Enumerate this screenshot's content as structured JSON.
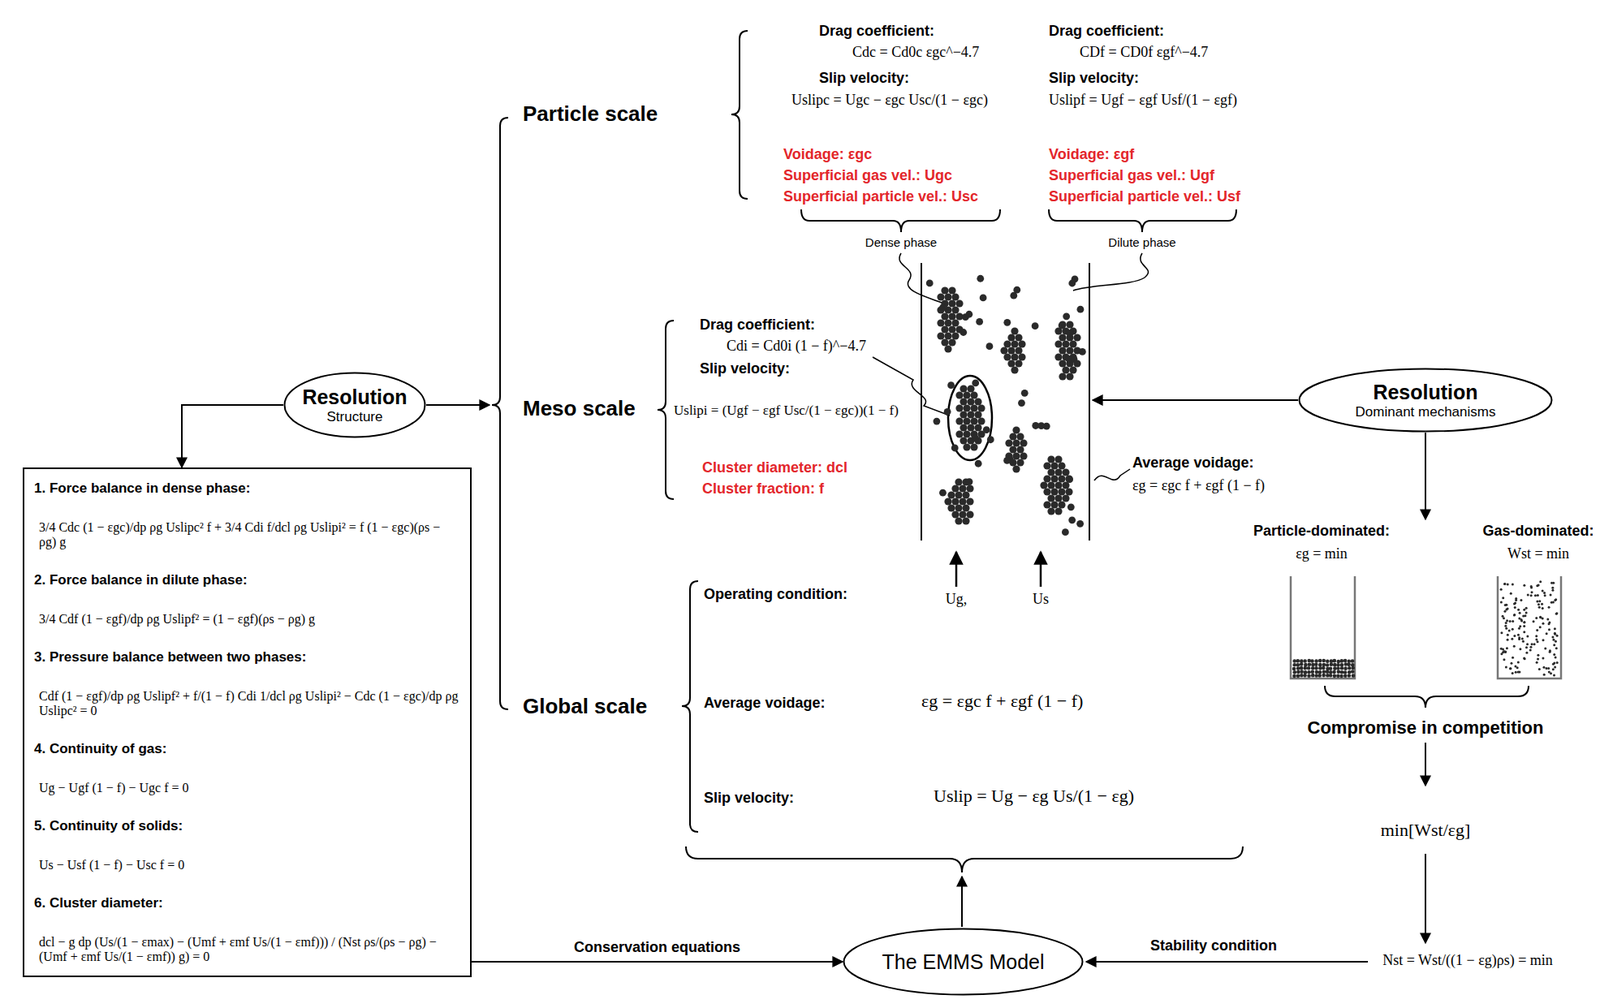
{
  "diagram": {
    "nodes": [
      {
        "text": [
          "Resolution",
          "Structure"
        ]
      },
      {
        "text": [
          "1. Force balance in dense phase:",
          "3/4 Cdc (1 − εgc)/dp ρg Uslipc² f + 3/4 Cdi f/dcl ρg Uslipi² = f (1 − εgc)(ρs − ρg) g",
          "2. Force balance in dilute phase:",
          "3/4 Cdf (1 − εgf)/dp ρg Uslipf² = (1 − εgf)(ρs − ρg) g",
          "3. Pressure balance between two phases:",
          "Cdf (1 − εgf)/dp ρg Uslipf² + f/(1 − f) Cdi 1/dcl ρg Uslipi² − Cdc (1 − εgc)/dp ρg Uslipc² = 0",
          "4. Continuity of gas:",
          "Ug − Ugf (1 − f) − Ugc f = 0",
          "5. Continuity of solids:",
          "Us − Usf (1 − f) − Usc f = 0",
          "6. Cluster diameter:",
          "dcl − g dp (Us/(1 − εmax) − (Umf + εmf Us/(1 − εmf))) / (Nst ρs/(ρs − ρg) − (Umf + εmf Us/(1 − εmf)) g) = 0"
        ]
      },
      {
        "text": [
          "Resolution",
          "Dominant mechanisms"
        ]
      },
      {
        "text": [
          "The EMMS Model"
        ]
      }
    ],
    "edges": [
      {
        "from": 0,
        "to": 1,
        "arrow": "to"
      },
      {
        "from": 1,
        "to": 3,
        "label": "Conservation equations",
        "arrow": "to"
      }
    ],
    "labels": [
      "Particle scale",
      "Drag coefficient:",
      "Cdc = Cd0c εgc^−4.7",
      "Slip velocity:",
      "Uslipc = Ugc − εgc Usc/(1 − εgc)",
      "Voidage: εgc",
      "Superficial gas vel.: Ugc",
      "Superficial particle vel.: Usc",
      "Drag coefficient:",
      "CDf = CD0f εgf^−4.7",
      "Slip velocity:",
      "Uslipf = Ugf − εgf Usf/(1 − εgf)",
      "Voidage: εgf",
      "Superficial gas vel.: Ugf",
      "Superficial particle vel.: Usf",
      "Dense phase",
      "Dilute phase",
      "Meso scale",
      "Drag coefficient:",
      "Cdi = Cd0i (1 − f)^−4.7",
      "Slip velocity:",
      "Uslipi = (Ugf − εgf Usc/(1 − εgc))(1 − f)",
      "Cluster diameter: dcl",
      "Cluster fraction: f",
      "Average voidage:",
      "εg = εgc f + εgf (1 − f)",
      "Ug,",
      "Us",
      "Global scale",
      "Operating condition:",
      "Average voidage:",
      "εg = εgc f + εgf (1 − f)",
      "Slip velocity:",
      "Uslip = Ug − εg Us/(1 − εg)",
      "Particle-dominated:",
      "εg = min",
      "Gas-dominated:",
      "Wst = min",
      "Compromise in competition",
      "min[Wst/εg]",
      "Nst = Wst/((1 − εg)ρs) = min",
      "Stability condition"
    ]
  }
}
